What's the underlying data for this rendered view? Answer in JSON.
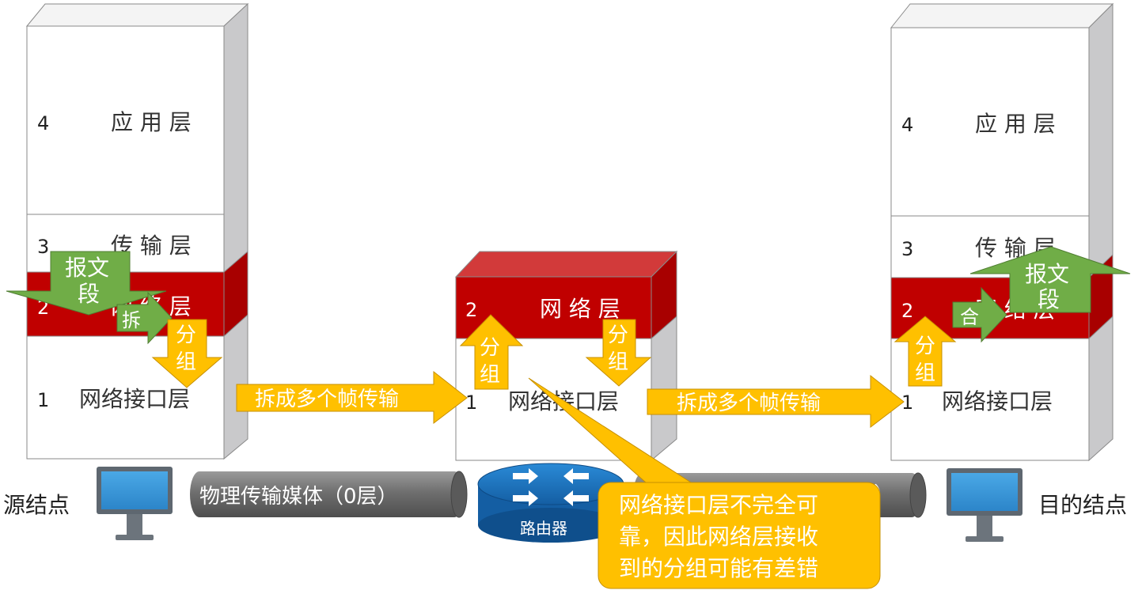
{
  "source_node": {
    "label": "源结点",
    "layers": [
      {
        "num": "4",
        "name": "应 用 层"
      },
      {
        "num": "3",
        "name": "传 输 层"
      },
      {
        "num": "2",
        "name": "网 络 层"
      },
      {
        "num": "1",
        "name": "网络接口层"
      }
    ],
    "arrow_segment_l1": "报文",
    "arrow_segment_l2": "段",
    "arrow_split": "拆",
    "arrow_packet_l1": "分",
    "arrow_packet_l2": "组"
  },
  "router": {
    "label": "路由器",
    "layers": [
      {
        "num": "2",
        "name": "网 络 层"
      },
      {
        "num": "1",
        "name": "网络接口层"
      }
    ],
    "arrow_up_l1": "分",
    "arrow_up_l2": "组",
    "arrow_down_l1": "分",
    "arrow_down_l2": "组"
  },
  "dest_node": {
    "label": "目的结点",
    "layers": [
      {
        "num": "4",
        "name": "应 用 层"
      },
      {
        "num": "3",
        "name": "传 输 层"
      },
      {
        "num": "2",
        "name": "网 络 层"
      },
      {
        "num": "1",
        "name": "网络接口层"
      }
    ],
    "arrow_up_l1": "分",
    "arrow_up_l2": "组",
    "arrow_merge": "合",
    "arrow_segment_l1": "报文",
    "arrow_segment_l2": "段"
  },
  "links": {
    "frame_arrow_1": "拆成多个帧传输",
    "frame_arrow_2": "拆成多个帧传输",
    "medium_1": "物理传输媒体（0层）",
    "medium_2_visible": "）"
  },
  "callout": {
    "line1": "网络接口层不完全可",
    "line2": "靠，因此网络层接收",
    "line3": "到的分组可能有差错"
  },
  "colors": {
    "layer_white": "#ffffff",
    "layer_red": "#c00000",
    "layer_red_top": "#d23a3a",
    "side_gray": "#c9c9cb",
    "arrow_yellow": "#ffc000",
    "arrow_green": "#70ad47",
    "pipe_gray": "#7a7a7a",
    "router_blue": "#1e78c8",
    "monitor_blue": "#3a9ad9"
  }
}
